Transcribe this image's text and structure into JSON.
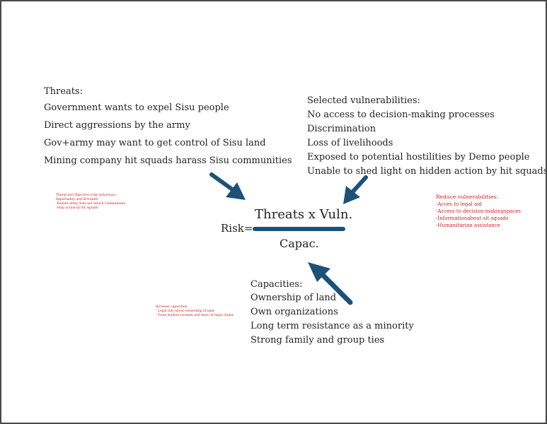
{
  "threats": {
    "heading": "Threats:",
    "items": [
      "Government wants to expel Sisu people",
      "Direct aggressions by the army",
      "Gov+army may want to get control of Sisu land",
      "Mining company hit squads harass Sisu communities"
    ]
  },
  "vulnerabilities": {
    "heading": "Selected vulnerabilities:",
    "items": [
      "No access to decision-making processes",
      "Discrimination",
      "Loss of livelihoods",
      "Exposed to potential hostilities by Demo people",
      "Unable to shed light on hidden action by hit squads"
    ]
  },
  "capacities": {
    "heading": "Capacities:",
    "items": [
      "Ownership of land",
      "Own organizations",
      "Long term resistance as a minority",
      "Strong family and group ties"
    ]
  },
  "formula": {
    "risk": "Risk=",
    "numerator": "Threats x Vuln.",
    "denominator": "Capac."
  },
  "notes": {
    "threats": [
      "Threat ind Objective (risk reduction):",
      "Impartiality and ill-tradeh",
      "-Ensure army does not attack communities",
      "-Stop action by hit squads"
    ],
    "vulnerabilities": {
      "title": "Reduce vulnerabilities:",
      "items": [
        "-Acces to legal aid",
        "-Access to decision-makingspaces",
        "-Informationabout sit squads",
        "-Humanitarian assistance"
      ]
    },
    "capacities": [
      "Increase capacities:",
      "- Legal info about ownership of land",
      "- Train leaders (women and men) in legal claims"
    ]
  },
  "colors": {
    "arrow": "#1d5177",
    "note_text": "#d22020",
    "body_text": "#222222"
  }
}
